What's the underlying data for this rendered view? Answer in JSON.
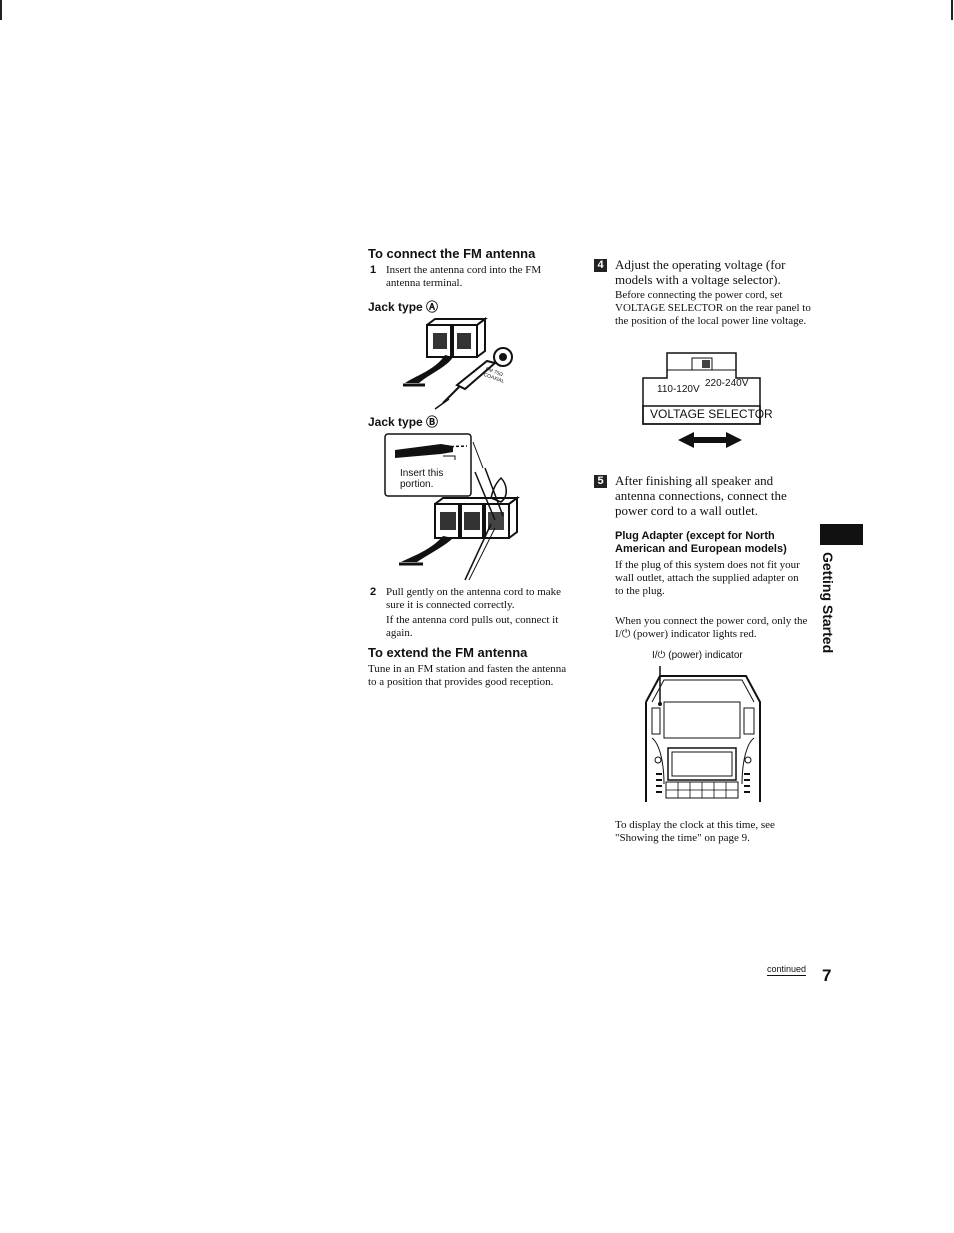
{
  "left": {
    "connect_heading": "To connect the FM antenna",
    "step1_num": "1",
    "step1_text": "Insert the antenna cord into the FM antenna terminal.",
    "jack_a": "Jack type Ⓐ",
    "jack_b": "Jack type Ⓑ",
    "insert_portion": "Insert this portion.",
    "fm75_label": "FM 75Ω COAXIAL",
    "step2_num": "2",
    "step2_text": "Pull gently on the antenna cord to make sure it is connected correctly.",
    "step2_note": "If the antenna cord pulls out, connect it again.",
    "extend_heading": "To extend the FM antenna",
    "extend_text": "Tune in an FM station and fasten the antenna to a position that provides good reception."
  },
  "right": {
    "step4_num": "4",
    "step4_text": "Adjust the operating voltage (for models with a voltage selector).",
    "step4_note": "Before connecting the power cord, set VOLTAGE SELECTOR on the rear panel to the position of the local power line voltage.",
    "v_low": "110-120V",
    "v_high": "220-240V",
    "selector_label": "VOLTAGE SELECTOR",
    "step5_num": "5",
    "step5_text": "After finishing all speaker and antenna connections, connect the power cord to a wall outlet.",
    "plug_heading": "Plug Adapter (except for North American and European models)",
    "plug_text": "If the plug of this system does not fit your wall outlet, attach the supplied adapter on to the plug.",
    "power_text": "When you connect the power cord, only the I/⏻ (power) indicator lights red.",
    "indicator_label": "I/⏻ (power) indicator",
    "clock_text": "To display the clock at this time, see \"Showing the time\" on page 9."
  },
  "side_tab": "Getting Started",
  "footer": {
    "continued": "continued",
    "page_number": "7"
  }
}
